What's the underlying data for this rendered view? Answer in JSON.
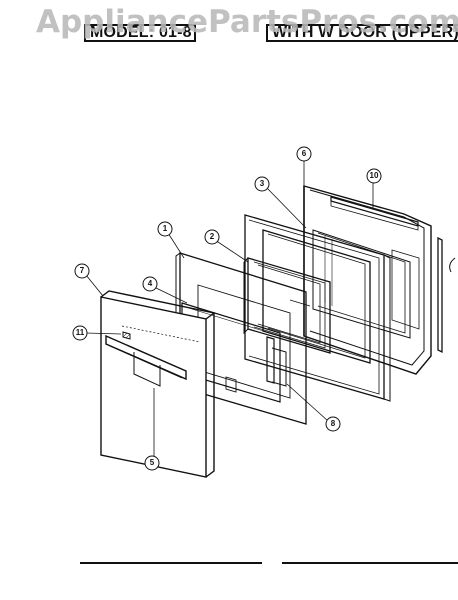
{
  "watermark": "AppliancePartsPros.com",
  "header": {
    "model_label": "MODEL: 01-8",
    "section_label": "WITH W DOOR (UPPER)"
  },
  "callouts": [
    "1",
    "2",
    "3",
    "4",
    "5",
    "6",
    "7",
    "8",
    "10",
    "11"
  ]
}
